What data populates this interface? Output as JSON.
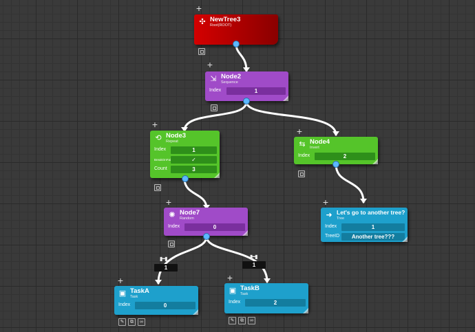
{
  "colors": {
    "root": "#c00000",
    "composite": "#a04bc8",
    "decorator": "#55c42a",
    "leaf": "#1ea0cc",
    "port": "#5cb8ff",
    "wire": "#ffffff"
  },
  "nodes": {
    "root": {
      "title": "NewTree3",
      "subtitle": "Root(ROOT)",
      "icon": "root-icon"
    },
    "node2": {
      "title": "Node2",
      "subtitle": "Sequence",
      "icon": "sequence-icon",
      "fields": [
        {
          "label": "Index",
          "value": "1"
        }
      ]
    },
    "node3": {
      "title": "Node3",
      "subtitle": "Repeat",
      "icon": "repeat-icon",
      "fields": [
        {
          "label": "Index",
          "value": "1"
        },
        {
          "label": "BreakOnFail",
          "value": "✓"
        },
        {
          "label": "Count",
          "value": "3"
        }
      ]
    },
    "node4": {
      "title": "Node4",
      "subtitle": "Invert",
      "icon": "invert-icon",
      "fields": [
        {
          "label": "Index",
          "value": "2"
        }
      ]
    },
    "node7": {
      "title": "Node7",
      "subtitle": "Random",
      "icon": "random-icon",
      "fields": [
        {
          "label": "Index",
          "value": "0"
        }
      ]
    },
    "tree": {
      "title": "Let's go to another tree?",
      "subtitle": "Tree",
      "icon": "arrow-right-icon",
      "fields": [
        {
          "label": "Index",
          "value": "1"
        },
        {
          "label": "TreeID",
          "value": "Another tree???"
        }
      ]
    },
    "taskA": {
      "title": "TaskA",
      "subtitle": "Task",
      "icon": "task-icon",
      "fields": [
        {
          "label": "Index",
          "value": "0"
        }
      ]
    },
    "taskB": {
      "title": "TaskB",
      "subtitle": "Task",
      "icon": "task-icon",
      "fields": [
        {
          "label": "Index",
          "value": "2"
        }
      ]
    }
  },
  "link_weights": {
    "to_taskA": "1",
    "to_taskB": "1"
  }
}
